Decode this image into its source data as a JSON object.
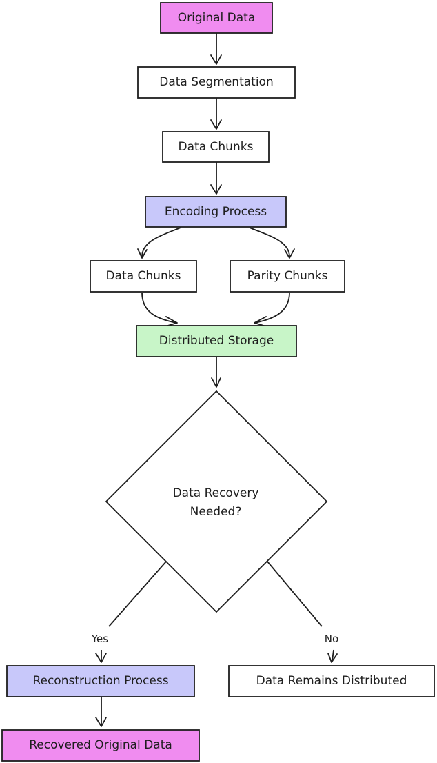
{
  "colors": {
    "pink": "#f08cf0",
    "lavender": "#c8c8fa",
    "green": "#c8f5c8",
    "white": "#ffffff",
    "stroke": "#1e1e1e"
  },
  "nodes": {
    "original_data": "Original Data",
    "data_segmentation": "Data Segmentation",
    "data_chunks_top": "Data Chunks",
    "encoding_process": "Encoding Process",
    "data_chunks_left": "Data Chunks",
    "parity_chunks": "Parity Chunks",
    "distributed_storage": "Distributed Storage",
    "decision_line1": "Data Recovery",
    "decision_line2": "Needed?",
    "reconstruction_process": "Reconstruction Process",
    "data_remains_distributed": "Data Remains Distributed",
    "recovered_original_data": "Recovered Original Data"
  },
  "edges": {
    "yes_label": "Yes",
    "no_label": "No"
  }
}
